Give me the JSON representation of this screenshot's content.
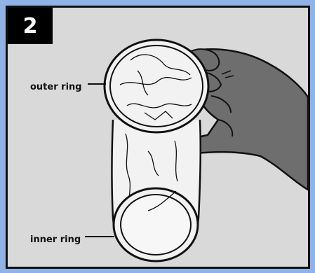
{
  "step": {
    "number": "2"
  },
  "labels": {
    "outer_ring": "outer ring",
    "inner_ring": "inner ring"
  },
  "colors": {
    "frame": "#8fb3e6",
    "panel_background": "#d9d9d9",
    "hand": "#6e6e6e",
    "outline": "#111111",
    "ring_fill": "#f2f2f2"
  }
}
